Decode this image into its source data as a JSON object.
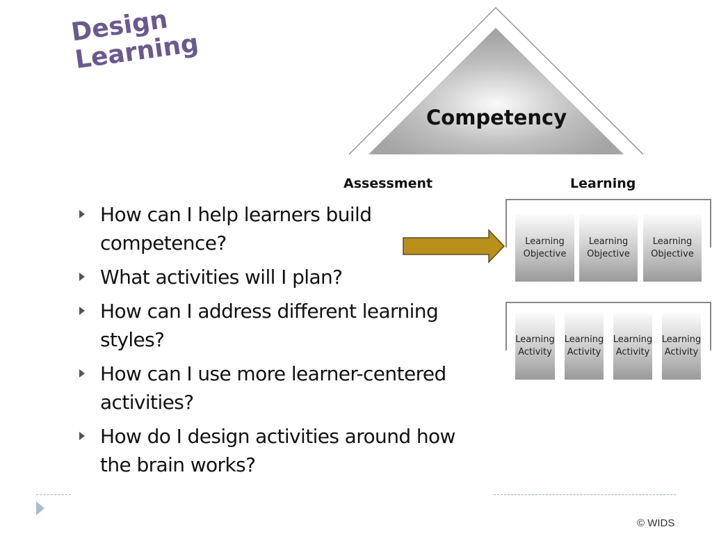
{
  "title": {
    "line1": "Design",
    "line2": "Learning"
  },
  "bullets": [
    "How can I help learners build competence?",
    "What activities will I plan?",
    "How can I address different learning styles?",
    "How can I use more learner-centered activities?",
    "How do I design activities around how the brain works?"
  ],
  "diagram": {
    "apex_label": "Competency",
    "assessment_label": "Assessment",
    "learning_label": "Learning",
    "objectives": [
      "Learning Objective",
      "Learning Objective",
      "Learning Objective"
    ],
    "activities": [
      "Learning Activity",
      "Learning Activity",
      "Learning Activity",
      "Learning Activity"
    ],
    "arrow_color": "#b8901a"
  },
  "footer": {
    "copyright": "© WIDS"
  }
}
